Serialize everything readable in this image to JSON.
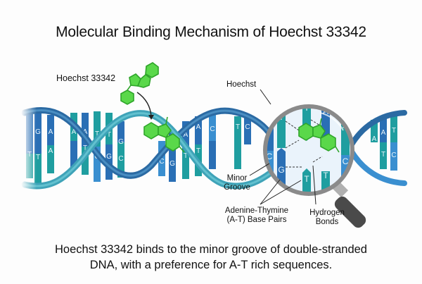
{
  "title": "Molecular Binding Mechanism of Hoechst 33342",
  "caption": {
    "line1": "Hoechst 33342 binds to the minor groove of double-stranded",
    "line2": "DNA, with a preference for A-T rich sequences."
  },
  "labels": {
    "molecule": "Hoechst 33342",
    "hoechst": "Hoechst",
    "minor_groove_1": "Minor",
    "minor_groove_2": "Groove",
    "at_pairs_1": "Adenine-Thymine",
    "at_pairs_2": "(A-T) Base Pairs",
    "hbonds_1": "Hydrogen",
    "hbonds_2": "Bonds"
  },
  "bases": {
    "left": [
      "G",
      "A",
      "A",
      "A",
      "T",
      "T",
      "G",
      "T",
      "A",
      "T",
      "C",
      "G",
      "C",
      "T"
    ],
    "middle": [
      "C",
      "G",
      "A",
      "T",
      "A",
      "T",
      "C",
      "T",
      "C"
    ],
    "magnified": [
      "A",
      "C",
      "T",
      "G",
      "T",
      "T",
      "A",
      "T",
      "A",
      "C"
    ],
    "right": [
      "A",
      "A",
      "T",
      "T",
      "C"
    ]
  },
  "colors": {
    "strand_dark": "#2b6aa3",
    "strand_light": "#3fa3b8",
    "base_blue": "#2a6fb5",
    "base_teal": "#1f9ea0",
    "ligand_green": "#5ad84a",
    "magnifier_rim": "#9a9a9a",
    "handle": "#4a4a4a"
  }
}
